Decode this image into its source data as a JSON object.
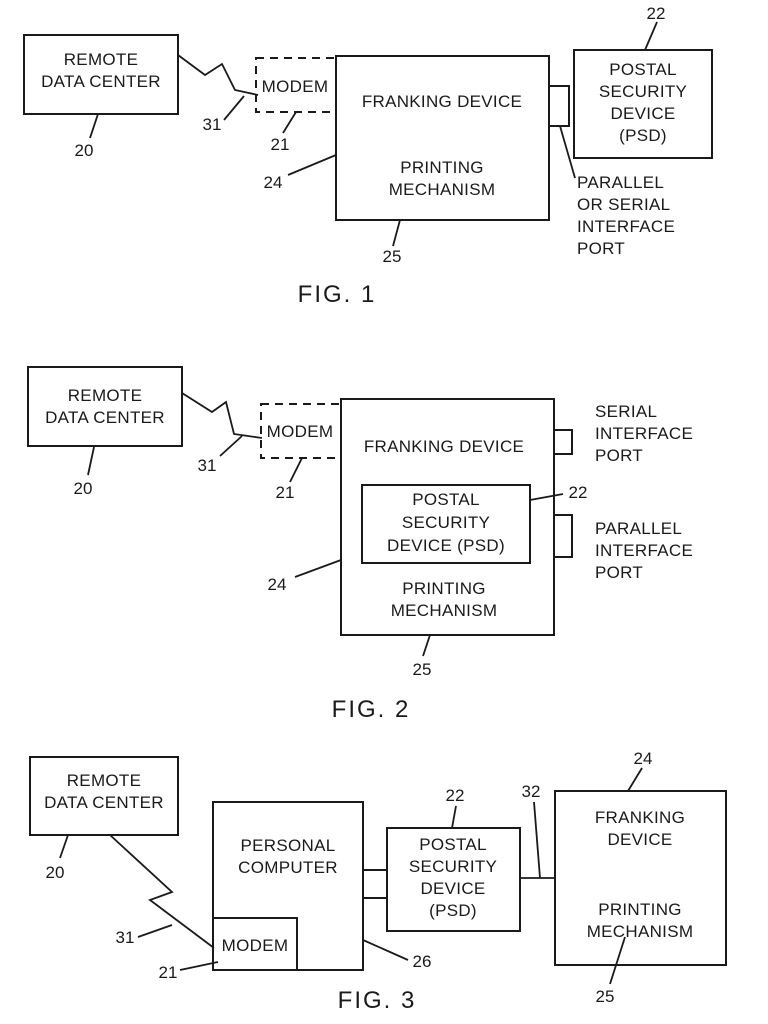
{
  "labels": {
    "remote_data_center_l1": "REMOTE",
    "remote_data_center_l2": "DATA CENTER",
    "modem": "MODEM",
    "franking_device": "FRANKING DEVICE",
    "franking_l1": "FRANKING",
    "franking_l2": "DEVICE",
    "printing_l1": "PRINTING",
    "printing_l2": "MECHANISM",
    "postal_l1": "POSTAL",
    "security_l2": "SECURITY",
    "device_psd_l3": "DEVICE",
    "psd_l4": "(PSD)",
    "security_device": "SECURITY",
    "device_psd": "DEVICE (PSD)",
    "parallel_or_serial_l1": "PARALLEL",
    "parallel_or_serial_l2": "OR SERIAL",
    "interface_l3": "INTERFACE",
    "port_l4": "PORT",
    "serial": "SERIAL",
    "parallel": "PARALLEL",
    "interface": "INTERFACE",
    "port": "PORT",
    "personal_l1": "PERSONAL",
    "computer_l2": "COMPUTER"
  },
  "refs": {
    "n20": "20",
    "n21": "21",
    "n22": "22",
    "n24": "24",
    "n25": "25",
    "n26": "26",
    "n31": "31",
    "n32": "32"
  },
  "figures": {
    "fig1": "FIG. 1",
    "fig2": "FIG. 2",
    "fig3": "FIG. 3"
  }
}
